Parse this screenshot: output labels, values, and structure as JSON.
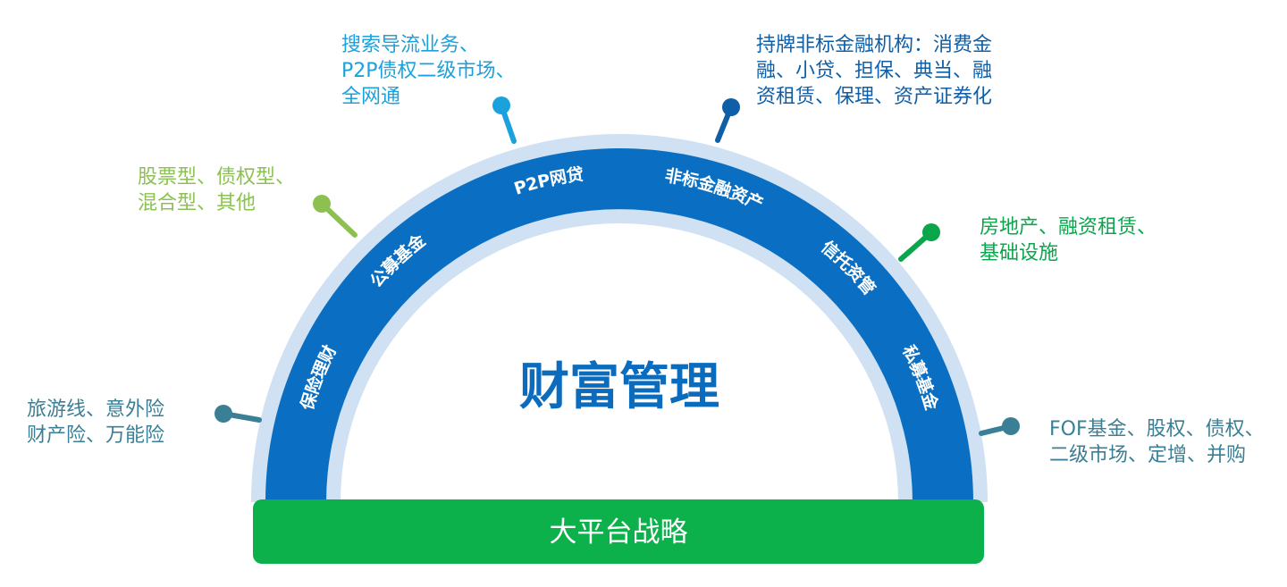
{
  "diagram": {
    "center_title": "财富管理",
    "base_label": "大平台战略",
    "colors": {
      "outer_ring": "#cfe1f2",
      "inner_band": "#0a6fc2",
      "center_title": "#0b6cbd",
      "base_bar": "#0db14b",
      "label_text": "#ffffff"
    },
    "segments": [
      {
        "label": "保险理财",
        "pin_color": "#3a7f95",
        "callout_lines": [
          "旅游线、意外险",
          "财产险、万能险"
        ]
      },
      {
        "label": "公募基金",
        "pin_color": "#8cc152",
        "callout_lines": [
          "股票型、债权型、",
          "混合型、其他"
        ]
      },
      {
        "label": "P2P网贷",
        "pin_color": "#1ba1dc",
        "callout_lines": [
          "搜索导流业务、",
          "P2P债权二级市场、",
          "全网通"
        ]
      },
      {
        "label": "非标金融资产",
        "pin_color": "#0e5fa8",
        "callout_lines": [
          "持牌非标金融机构：消费金",
          "融、小贷、担保、典当、融",
          "资租赁、保理、资产证券化"
        ]
      },
      {
        "label": "信托资管",
        "pin_color": "#0aa64c",
        "callout_lines": [
          "房地产、融资租赁、",
          "基础设施"
        ]
      },
      {
        "label": "私募基金",
        "pin_color": "#3a7f95",
        "callout_lines": [
          "FOF基金、股权、债权、",
          "二级市场、定增、并购"
        ]
      }
    ]
  }
}
